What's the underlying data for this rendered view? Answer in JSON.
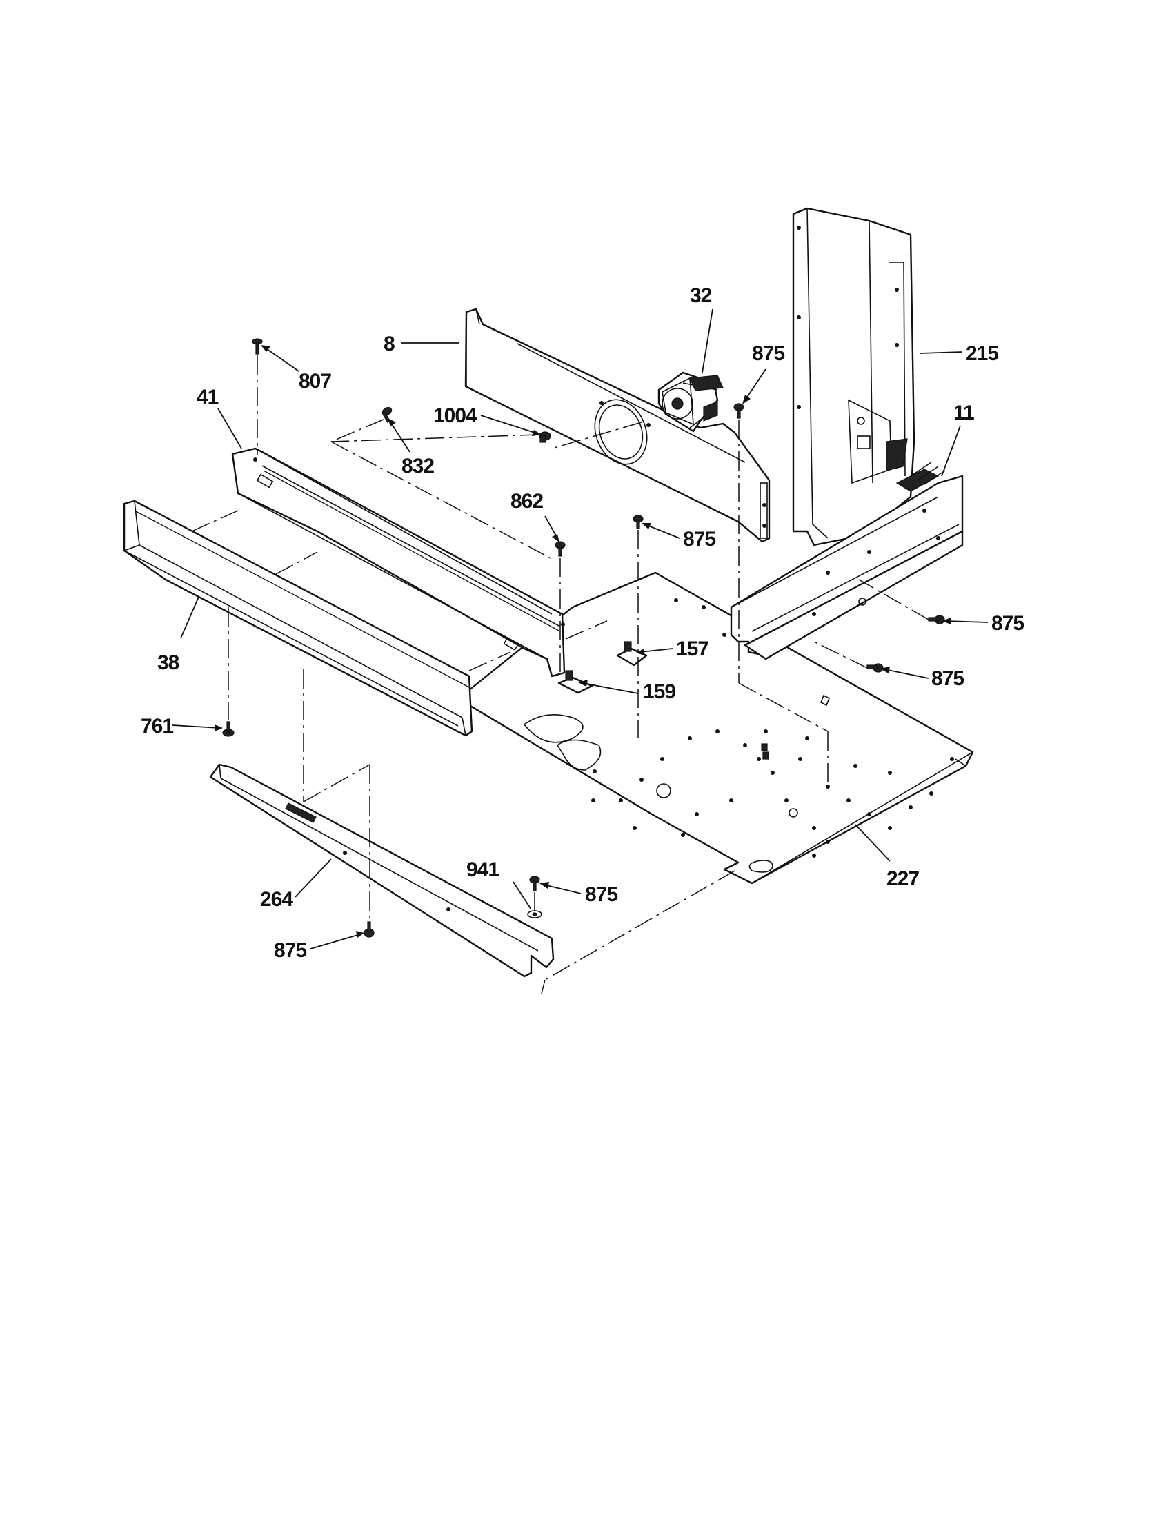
{
  "callouts": [
    {
      "id": "c-32",
      "text": "32"
    },
    {
      "id": "c-8",
      "text": "8"
    },
    {
      "id": "c-875-top",
      "text": "875"
    },
    {
      "id": "c-215",
      "text": "215"
    },
    {
      "id": "c-807",
      "text": "807"
    },
    {
      "id": "c-41",
      "text": "41"
    },
    {
      "id": "c-1004",
      "text": "1004"
    },
    {
      "id": "c-11",
      "text": "11"
    },
    {
      "id": "c-832",
      "text": "832"
    },
    {
      "id": "c-862",
      "text": "862"
    },
    {
      "id": "c-875-mid",
      "text": "875"
    },
    {
      "id": "c-875-right1",
      "text": "875"
    },
    {
      "id": "c-157",
      "text": "157"
    },
    {
      "id": "c-38",
      "text": "38"
    },
    {
      "id": "c-875-right2",
      "text": "875"
    },
    {
      "id": "c-159",
      "text": "159"
    },
    {
      "id": "c-761",
      "text": "761"
    },
    {
      "id": "c-227",
      "text": "227"
    },
    {
      "id": "c-941",
      "text": "941"
    },
    {
      "id": "c-875-bottom",
      "text": "875"
    },
    {
      "id": "c-264",
      "text": "264"
    },
    {
      "id": "c-875-left",
      "text": "875"
    }
  ]
}
